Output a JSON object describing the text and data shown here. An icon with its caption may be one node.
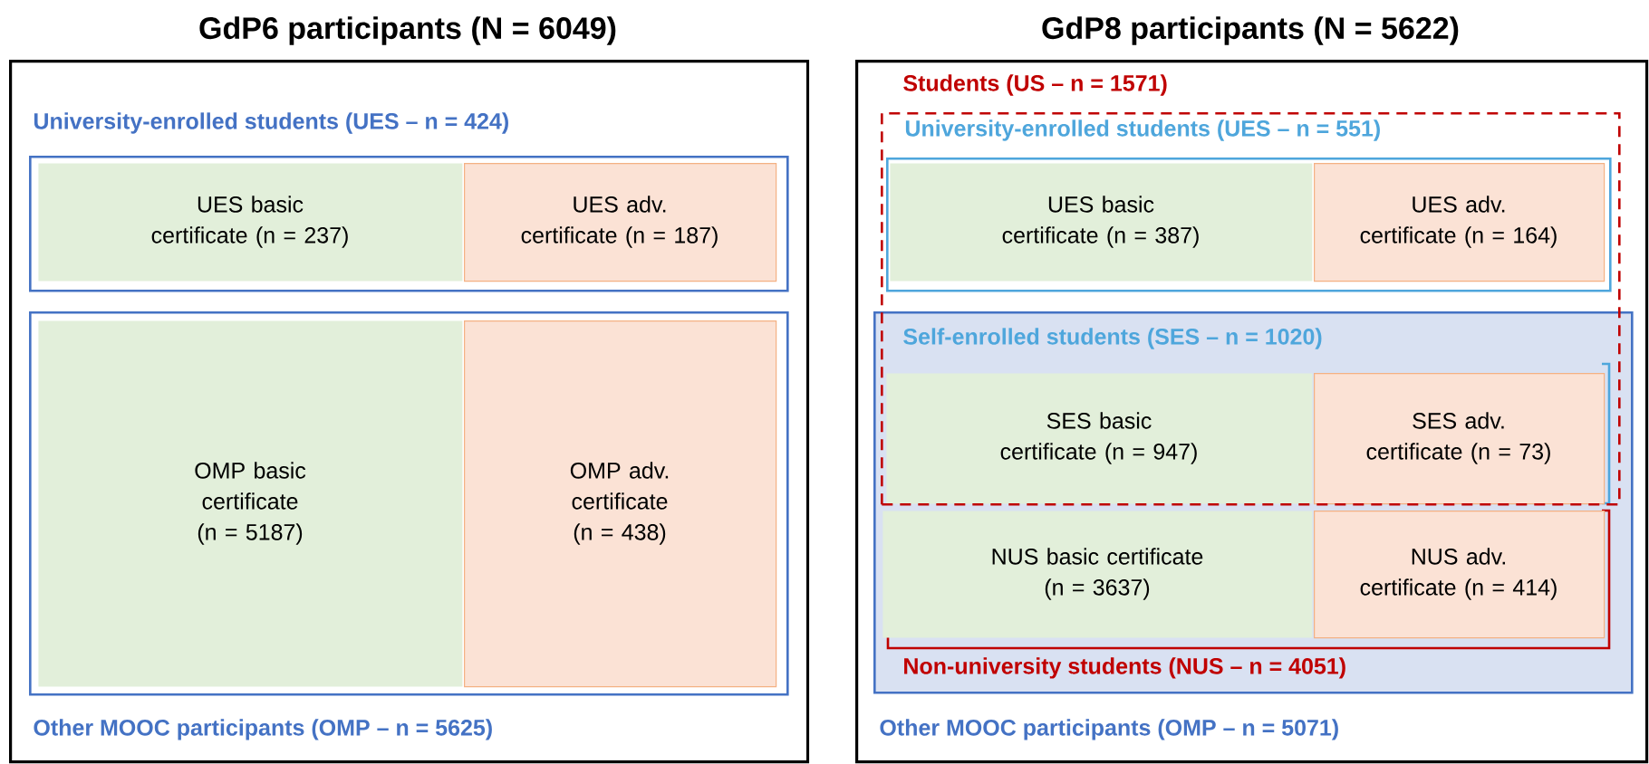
{
  "diagram": {
    "nodes": [
      {
        "text": [
          "GdP6 participants (N = 6049)",
          "Other MOOC participants (OMP – n = 5625)"
        ]
      },
      {
        "text": [
          "University-enrolled students (UES – n = 424)"
        ],
        "in": 0
      },
      {
        "text": [
          "UES basic certificate (n = 237)"
        ],
        "in": 1
      },
      {
        "text": [
          "UES adv. certificate (n = 187)"
        ],
        "in": 1
      },
      {
        "text": [],
        "shape": "box",
        "in": 0
      },
      {
        "text": [
          "OMP basic certificate (n = 5187)"
        ],
        "in": 4
      },
      {
        "text": [
          "OMP adv. certificate (n = 438)"
        ],
        "in": 4
      },
      {
        "text": [
          "GdP8 participants (N = 5622)",
          "Other MOOC participants (OMP – n = 5071)"
        ]
      },
      {
        "text": [
          "Students (US – n = 1571)"
        ],
        "in": 7
      },
      {
        "text": [
          "University-enrolled students (UES – n = 551)"
        ],
        "in": 8
      },
      {
        "text": [
          "UES basic certificate (n = 387)"
        ],
        "in": 9
      },
      {
        "text": [
          "UES adv. certificate (n = 164)"
        ],
        "in": 9
      },
      {
        "text": [
          "Self-enrolled students (SES – n = 1020)",
          "Non-university students (NUS – n = 4051)"
        ],
        "in": 7
      },
      {
        "text": [
          "SES basic certificate (n = 947)"
        ]
      },
      {
        "text": [
          "SES adv. certificate (n = 73)"
        ]
      },
      {
        "text": [
          "NUS basic certificate (n = 3637)"
        ],
        "in": 12
      },
      {
        "text": [
          "NUS adv. certificate (n = 414)"
        ],
        "in": 12
      }
    ]
  }
}
